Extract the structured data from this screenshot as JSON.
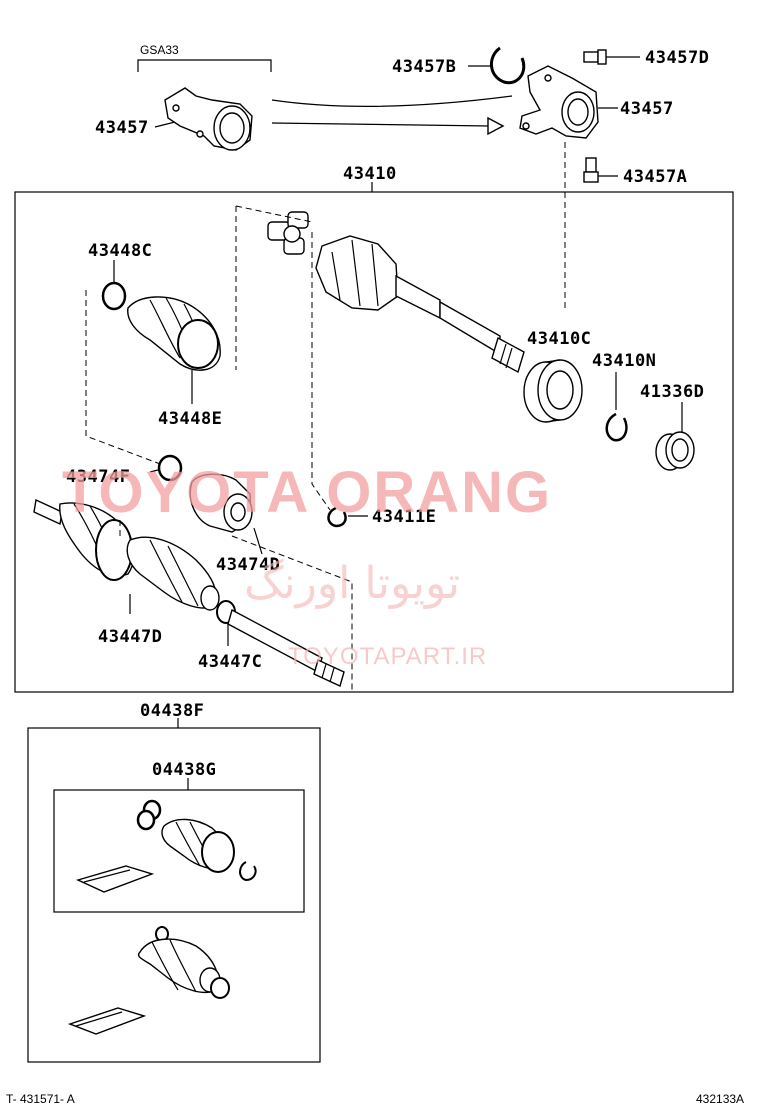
{
  "group_label": "GSA33",
  "labels": {
    "p43457_left": "43457",
    "p43457B": "43457B",
    "p43457D": "43457D",
    "p43457_right": "43457",
    "p43457A": "43457A",
    "p43410": "43410",
    "p43448C": "43448C",
    "p43448E": "43448E",
    "p43410C": "43410C",
    "p43410N": "43410N",
    "p41336D": "41336D",
    "p43474F": "43474F",
    "p43411E": "43411E",
    "p43474D": "43474D",
    "p43447D": "43447D",
    "p43447C": "43447C",
    "p04438F": "04438F",
    "p04438G": "04438G"
  },
  "watermark": {
    "brand": "TOYOTA ORANG",
    "persian": "تویوتا اورنگ",
    "url": "TOYOTAPART.IR"
  },
  "footer": {
    "left_code": "T- 431571- A",
    "right_code": "432133A"
  }
}
